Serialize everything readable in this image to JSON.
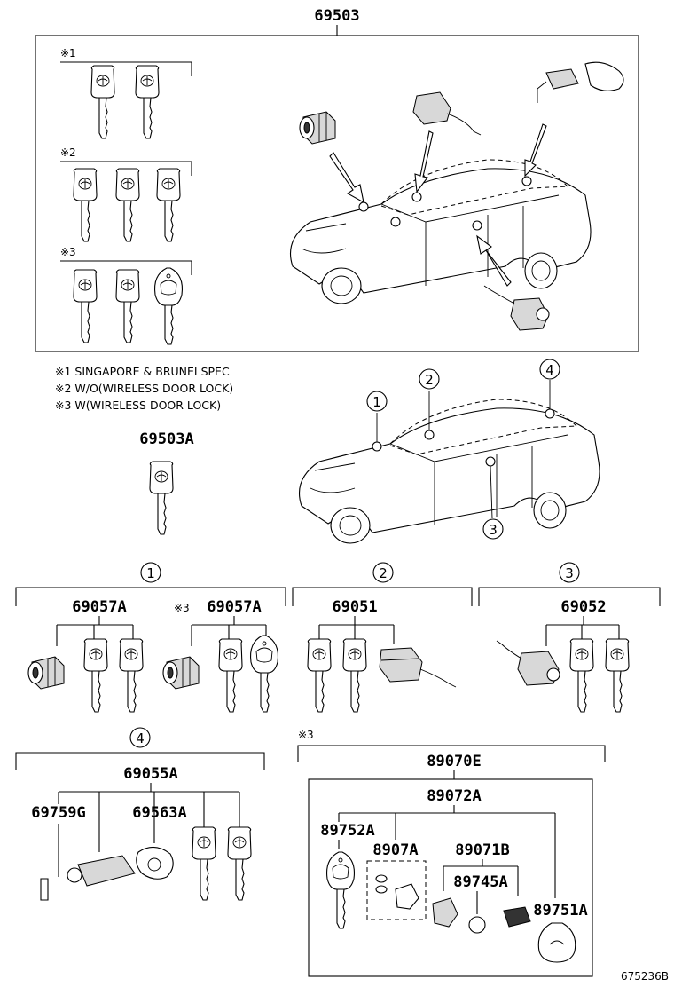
{
  "diagram": {
    "main_assembly": "69503",
    "notes": {
      "n1_mark": "※1",
      "n2_mark": "※2",
      "n3_mark": "※3",
      "note1": "※1 SINGAPORE & BRUNEI SPEC",
      "note2": "※2 W/O(WIRELESS DOOR LOCK)",
      "note3": "※3 W(WIRELESS DOOR LOCK)"
    },
    "spare_key": "69503A",
    "locations": [
      "1",
      "2",
      "3",
      "4"
    ],
    "groups": {
      "g1_left": "69057A",
      "g1_right_mark": "※3",
      "g1_right": "69057A",
      "g2": "69051",
      "g3": "69052",
      "g4": "69055A",
      "g4_sub_left": "69759G",
      "g4_sub_right": "69563A"
    },
    "transmitter": {
      "mark": "※3",
      "assembly": "89070E",
      "sub_assembly": "89072A",
      "housing": "89752A",
      "board": "8907A",
      "case": "89071B",
      "battery": "89745A",
      "cover": "89751A"
    },
    "figure_id": "675236B"
  }
}
